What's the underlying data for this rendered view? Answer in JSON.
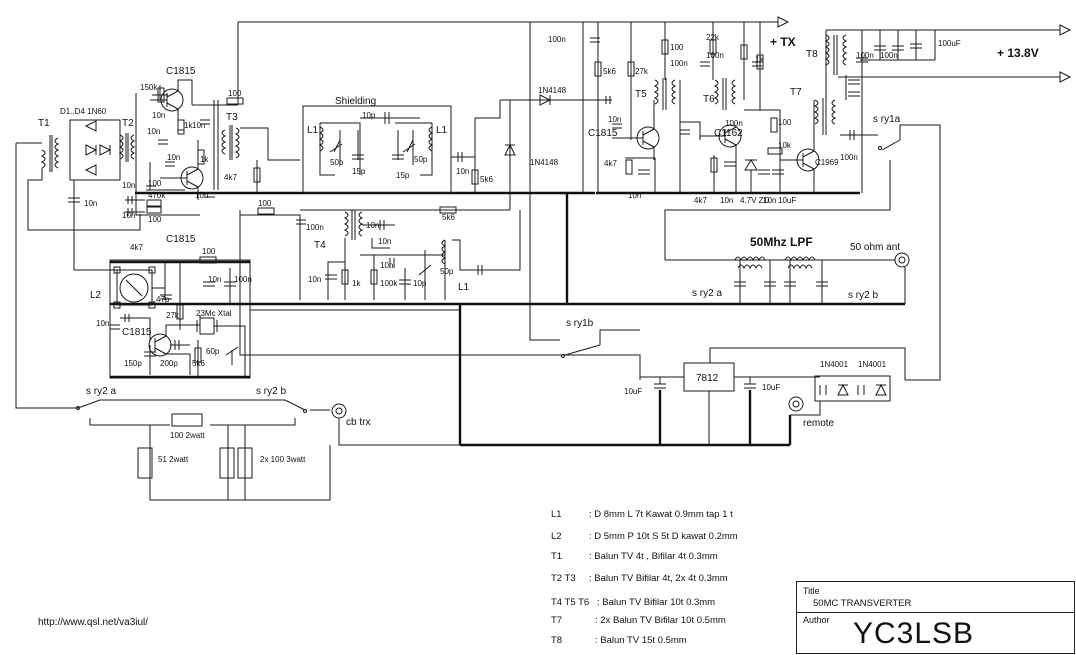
{
  "labels": {
    "tx": "+ TX",
    "v138": "+ 13.8V",
    "shielding": "Shielding",
    "lpf": "50Mhz LPF",
    "ant": "50 ohm ant",
    "cbtrx": "cb trx",
    "remote": "remote",
    "reg": "7812",
    "xtal": "23Mc Xtal",
    "diodes": "D1..D4 1N60",
    "q1": "C1815",
    "q2": "C1815",
    "q3": "C1815",
    "t5q": "C1815",
    "t6q": "C1162",
    "t7q": "C1969",
    "zd": "4.7V ZD",
    "d1n4148a": "1N4148",
    "d1n4148b": "1N4148",
    "d1n4001a": "1N4001",
    "d1n4001b": "1N4001",
    "sry1a": "s ry1a",
    "sry1b": "s ry1b",
    "sry2a_top": "s ry2 a",
    "sry2b_top": "s ry2 b",
    "sry2a_bot": "s ry2 a",
    "sry2b_bot": "s ry2 b",
    "r100_2w": "100 2watt",
    "r51_2w": "51 2watt",
    "r2x100": "2x 100 3watt",
    "T1": "T1",
    "T2": "T2",
    "T3": "T3",
    "T4": "T4",
    "T5": "T5",
    "T6": "T6",
    "T7": "T7",
    "T8": "T8",
    "L1a": "L1",
    "L1b": "L1",
    "L1c": "L1",
    "L2": "L2"
  },
  "values": {
    "r150k": "150k",
    "r1k_a": "1k",
    "r1k_b": "1k",
    "r100_a": "100",
    "c10n_a": "10n",
    "c10n_b": "10n",
    "c10n_c": "10n",
    "c10n_d": "10n",
    "c10n_e": "10n",
    "r100_b": "100",
    "r470k": "470k",
    "r100_c": "100",
    "c10n_f": "10n",
    "r4k7_a": "4k7",
    "c10n_g": "10n",
    "c10n_h": "10n",
    "r100_d": "100",
    "c50p_a": "50p",
    "c15p_a": "15p",
    "c10p": "10p",
    "c15p_b": "15p",
    "c50p_b": "50p",
    "c10n_i": "10n",
    "r5k6_a": "5k6",
    "c100n_a": "100n",
    "r5k6_b": "5k6",
    "r27k_a": "27k",
    "c10n_j": "10n",
    "r4k7_b": "4k7",
    "c10n_k": "10n",
    "r100_e": "100",
    "r22k": "22k",
    "c100n_b": "100n",
    "c100n_c": "100n",
    "r1k_c": "1k",
    "c100n_d": "100n",
    "r100_f": "100",
    "r10k": "10k",
    "r4k7_c": "4k7",
    "c10n_l": "10n",
    "c10n_m": "10n",
    "c10uf_a": "10uF",
    "c100n_e": "100n",
    "c100n_f": "100n",
    "c100n_g": "100n",
    "c100uf": "100uF",
    "c100n_h": "100n",
    "c10n_n": "10n",
    "c10n_o": "10n",
    "r5k6_c": "5k6",
    "c10n_p": "10n",
    "r1k_d": "1k",
    "r100k": "100k",
    "c10p_b": "10p",
    "c50p_c": "50p",
    "c10n_q": "10n",
    "r4k7_d": "4k7",
    "r100_g": "100",
    "c10n_r": "10n",
    "c100n_i": "100n",
    "c47p": "47p",
    "r27k_b": "27k",
    "c10n_s": "10n",
    "c150p": "150p",
    "c200p": "200p",
    "r5k6_d": "5k6",
    "c60p": "60p",
    "c10uf_b": "10uF",
    "c10uf_c": "10uF"
  },
  "notes": [
    {
      "key": "L1",
      "text": ": D 8mm  L 7t  Kawat 0.9mm tap 1 t"
    },
    {
      "key": "L2",
      "text": ": D 5mm  P 10t   S 5t D kawat 0.2mm"
    },
    {
      "key": "T1",
      "text": ": Balun TV 4t ,  Bifilar 4t 0.3mm"
    },
    {
      "key": "T2 T3",
      "text": ": Balun TV Bifilar 4t, 2x 4t 0.3mm"
    },
    {
      "key": "T4 T5 T6",
      "text": ": Balun TV Bifilar 10t 0.3mm"
    },
    {
      "key": "T7",
      "text": ": 2x Balun TV Bifilar 10t 0.5mm"
    },
    {
      "key": "T8",
      "text": ": Balun TV 15t  0.5mm"
    }
  ],
  "url": "http://www.qsl.net/va3iul/",
  "titleblock": {
    "title_label": "Title",
    "title": "50MC TRANSVERTER",
    "author_label": "Author",
    "author": "YC3LSB"
  }
}
